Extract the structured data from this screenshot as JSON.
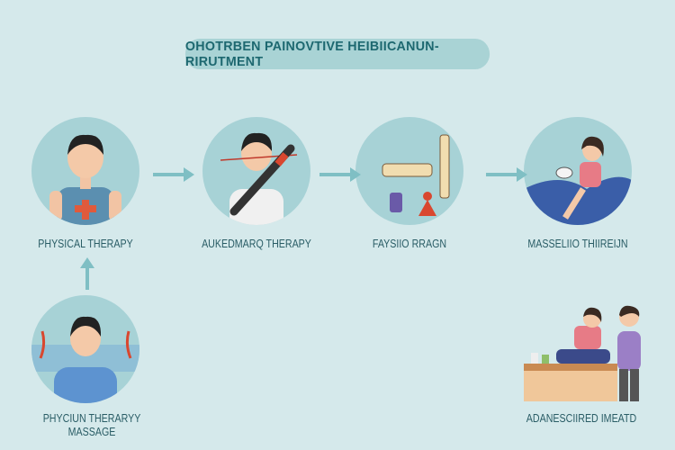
{
  "title": "OHOTRBEN PAINOVTIVE HEIBIICANUN-RIRUTMENT",
  "steps": [
    {
      "label": "PHYSICAL THERAPY",
      "icon": "person-with-bandage"
    },
    {
      "label": "AUKEDMARQ THERAPY",
      "icon": "person-with-needle"
    },
    {
      "label": "FAYSIIO RRAGN",
      "icon": "medical-tools"
    },
    {
      "label": "MASSELIIO THIIREIJN",
      "icon": "woman-resting"
    }
  ],
  "bottom": [
    {
      "label": "PHYCIUN THERARYY MASSAGE",
      "icon": "person-in-heat"
    },
    {
      "label": "ADANESCIIRED IMEATD",
      "icon": "massage-scene"
    }
  ],
  "colors": {
    "background": "#d5e9eb",
    "circle": "#a7d2d6",
    "accent": "#1d6870",
    "arrow": "#7fbfc4"
  }
}
